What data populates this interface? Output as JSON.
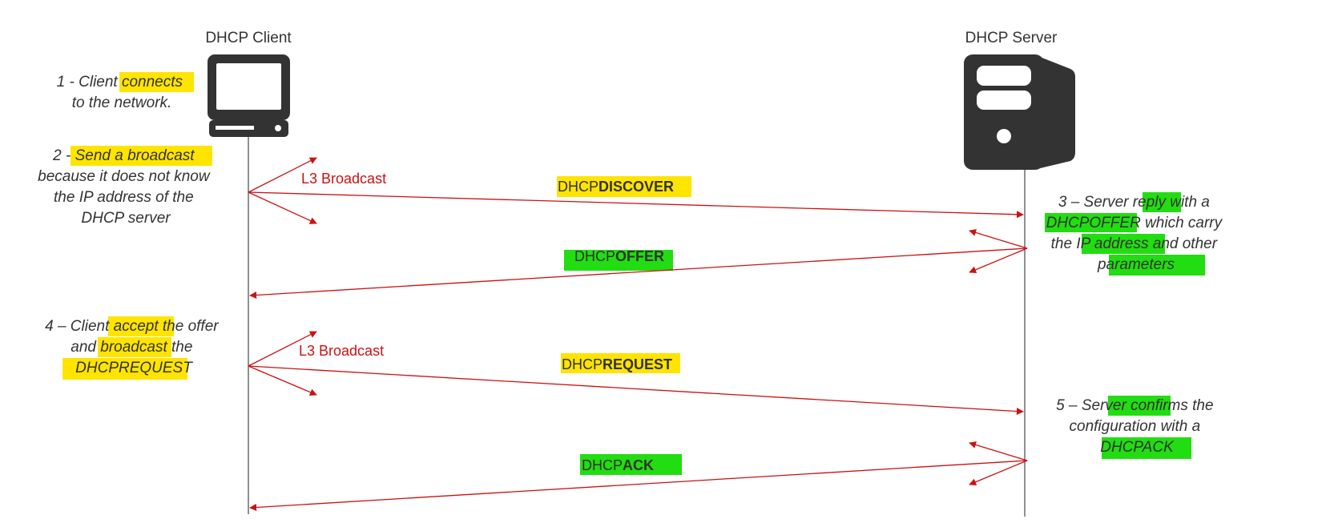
{
  "client": {
    "label": "DHCP Client"
  },
  "server": {
    "label": "DHCP Server"
  },
  "notes": {
    "step1": [
      "1 - Client connects",
      "to the network."
    ],
    "step2": [
      "2 - Send a broadcast",
      "because it does not know",
      "the IP address of the",
      "DHCP server"
    ],
    "step3": [
      "3 – Server reply with a",
      "DHCPOFFER which carry",
      "the IP address and other",
      "parameters"
    ],
    "step4": [
      "4 – Client accept the offer",
      "and broadcast the",
      "DHCPREQUEST"
    ],
    "step5": [
      "5 – Server confirms the",
      "configuration with a",
      "DHCPACK"
    ]
  },
  "messages": {
    "discover": {
      "prefix": "DHCP",
      "bold": "DISCOVER"
    },
    "offer": {
      "prefix": "DHCP",
      "bold": "OFFER"
    },
    "request": {
      "prefix": "DHCP",
      "bold": "REQUEST"
    },
    "ack": {
      "prefix": "DHCP",
      "bold": "ACK"
    }
  },
  "broadcast": {
    "label1": "L3 Broadcast",
    "label2": "L3 Broadcast"
  },
  "colors": {
    "arrow": "#cc1111",
    "highlight_yellow": "#ffe400",
    "highlight_green": "#22dd11",
    "icon": "#333333"
  }
}
